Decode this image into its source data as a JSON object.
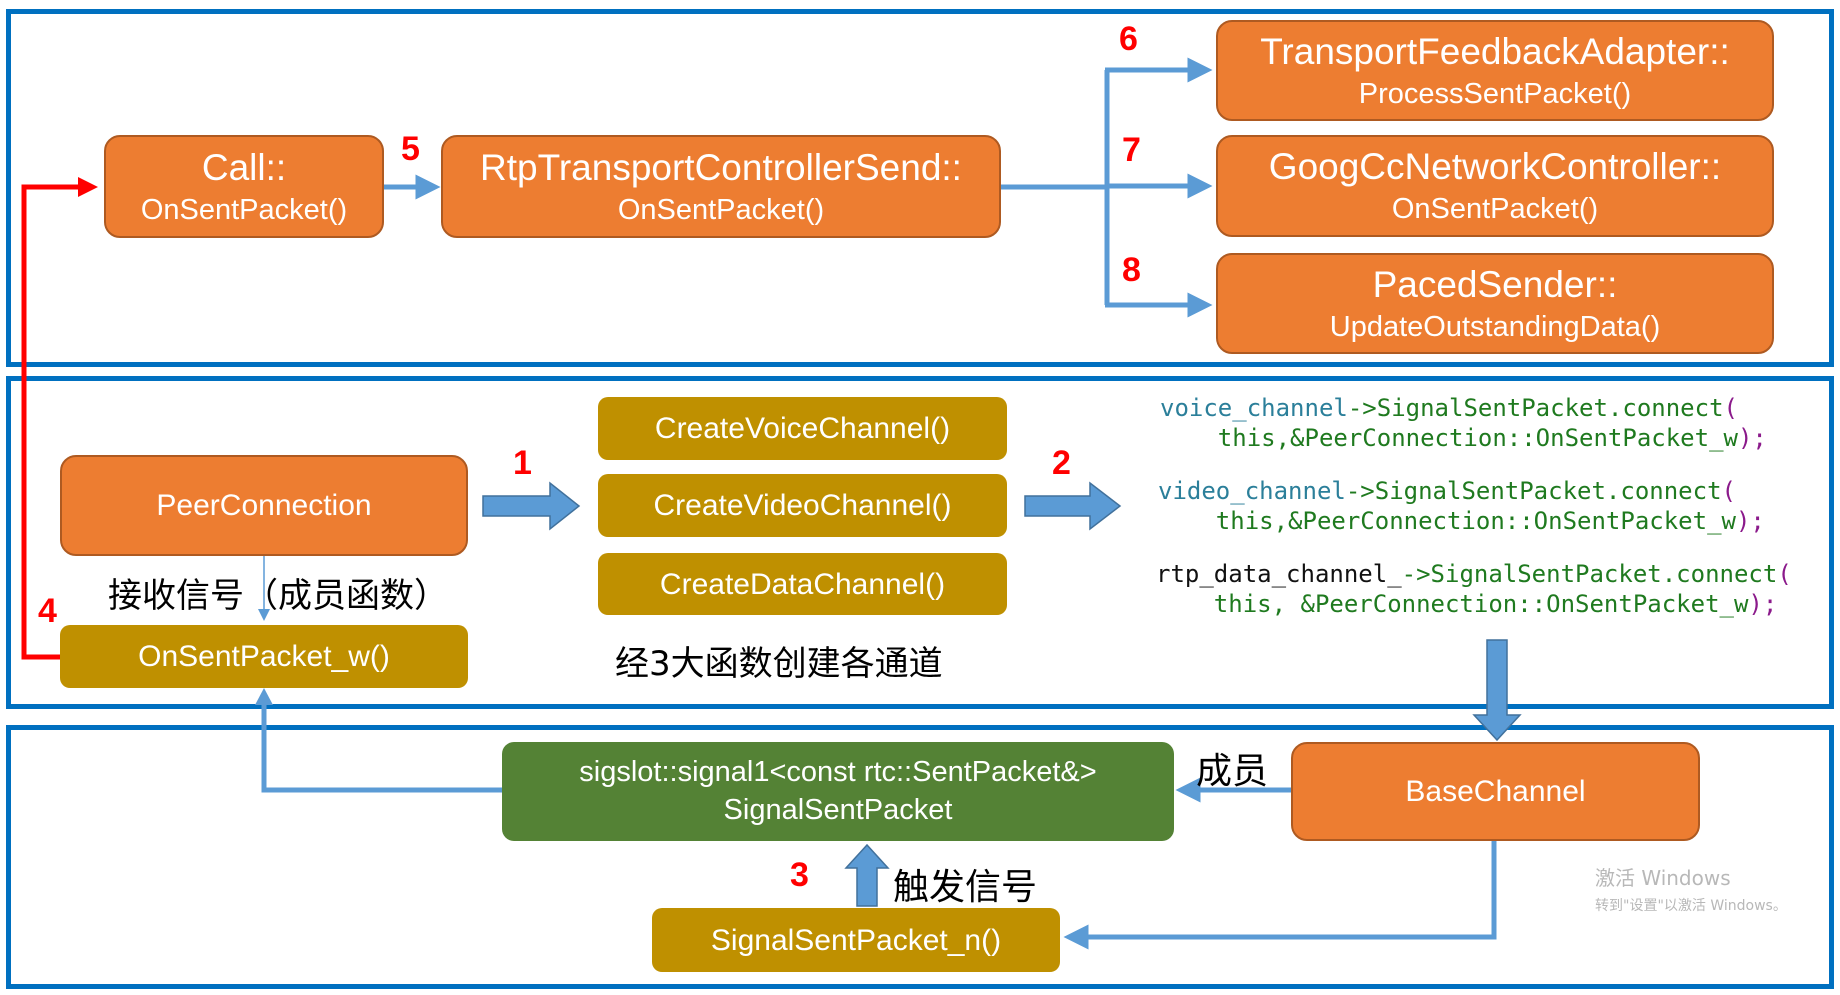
{
  "panels": {
    "top": {
      "name": "call-layer"
    },
    "middle": {
      "name": "peerconnection-layer"
    },
    "bottom": {
      "name": "channel-layer"
    }
  },
  "top": {
    "call": {
      "line1": "Call::",
      "line2": "OnSentPacket()"
    },
    "rtp": {
      "line1": "RtpTransportControllerSend::",
      "line2": "OnSentPacket()"
    },
    "feedback": {
      "line1": "TransportFeedbackAdapter::",
      "line2": "ProcessSentPacket()"
    },
    "googcc": {
      "line1": "GoogCcNetworkController::",
      "line2": "OnSentPacket()"
    },
    "paced": {
      "line1": "PacedSender::",
      "line2": "UpdateOutstandingData()"
    }
  },
  "middle": {
    "peerconnection": "PeerConnection",
    "onsentpacket_w": "OnSentPacket_w()",
    "receive_label": "接收信号（成员函数）",
    "create_voice": "CreateVoiceChannel()",
    "create_video": "CreateVideoChannel()",
    "create_data": "CreateDataChannel()",
    "create_caption": "经3大函数创建各通道",
    "code": [
      {
        "obj": "voice_channel",
        "call": "->SignalSentPacket.connect",
        "open": "(",
        "args": "    this,&PeerConnection::OnSentPacket_w",
        "close": ");"
      },
      {
        "obj": "video_channel",
        "call": "->SignalSentPacket.connect",
        "open": "(",
        "args": "    this,&PeerConnection::OnSentPacket_w",
        "close": ");"
      },
      {
        "obj": "rtp_data_channel_",
        "call": "->SignalSentPacket.connect",
        "open": "(",
        "args": "    this, &PeerConnection::OnSentPacket_w",
        "close": ");"
      }
    ]
  },
  "bottom": {
    "signal": {
      "line1": "sigslot::signal1<const rtc::SentPacket&>",
      "line2": "SignalSentPacket"
    },
    "basechannel": "BaseChannel",
    "member_label": "成员",
    "signal_n": "SignalSentPacket_n()",
    "trigger_label": "触发信号"
  },
  "steps": [
    "1",
    "2",
    "3",
    "4",
    "5",
    "6",
    "7",
    "8"
  ],
  "watermark": {
    "line1": "激活 Windows",
    "line2": "转到\"设置\"以激活 Windows。"
  },
  "colors": {
    "panel_border": "#0070c0",
    "orange_box": "#ed7d31",
    "gold_box": "#bf9000",
    "green_box": "#548235",
    "arrow_blue": "#5b9bd5",
    "arrow_red": "#ff0000",
    "step_number": "#ff0000"
  }
}
